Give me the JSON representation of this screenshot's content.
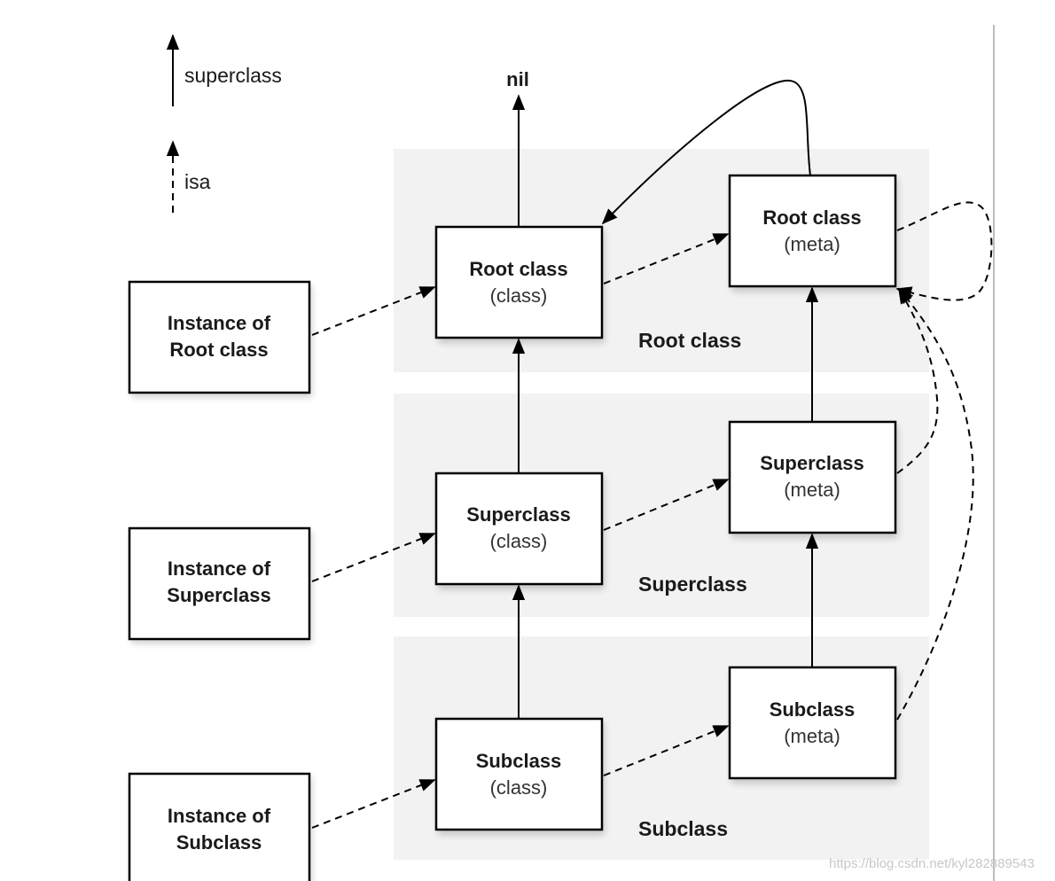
{
  "legend": {
    "superclass_label": "superclass",
    "isa_label": "isa"
  },
  "nil_label": "nil",
  "bands": {
    "root": "Root class",
    "superclass": "Superclass",
    "subclass": "Subclass"
  },
  "nodes": {
    "instance_root": {
      "line1": "Instance of",
      "line2": "Root class"
    },
    "instance_super": {
      "line1": "Instance of",
      "line2": "Superclass"
    },
    "instance_sub": {
      "line1": "Instance of",
      "line2": "Subclass"
    },
    "root_class": {
      "title": "Root class",
      "sub": "(class)"
    },
    "super_class": {
      "title": "Superclass",
      "sub": "(class)"
    },
    "sub_class": {
      "title": "Subclass",
      "sub": "(class)"
    },
    "root_meta": {
      "title": "Root class",
      "sub": "(meta)"
    },
    "super_meta": {
      "title": "Superclass",
      "sub": "(meta)"
    },
    "sub_meta": {
      "title": "Subclass",
      "sub": "(meta)"
    }
  },
  "watermark": "https://blog.csdn.net/kyl282889543",
  "colors": {
    "band_fill": "#f2f2f2",
    "stroke": "#000000",
    "text": "#1a1a1a"
  }
}
